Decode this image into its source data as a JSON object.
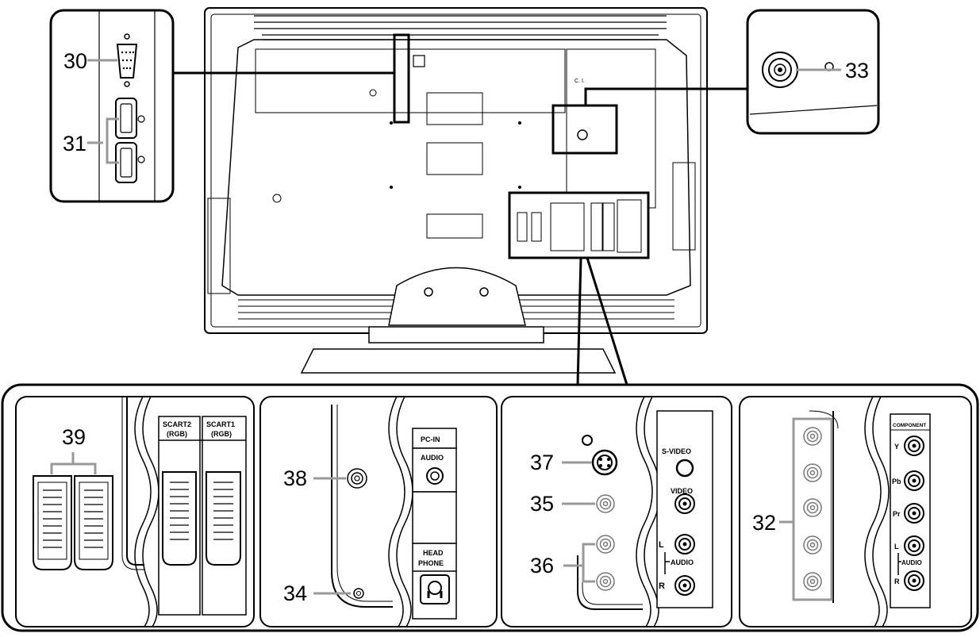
{
  "colors": {
    "line": "#000000",
    "frame_gray": "#9a9a9a",
    "label_bg": "#ffffff"
  },
  "callouts": {
    "n30": "30",
    "n31": "31",
    "n32": "32",
    "n33": "33",
    "n34": "34",
    "n35": "35",
    "n36": "36",
    "n37": "37",
    "n38": "38",
    "n39": "39"
  },
  "tv_back": {
    "ci_label": "C. I."
  },
  "labels": {
    "scart2": "SCART2",
    "scart2_sub": "(RGB)",
    "scart1": "SCART1",
    "scart1_sub": "(RGB)",
    "pc_in": "PC-IN",
    "audio": "AUDIO",
    "head": "HEAD",
    "phone": "PHONE",
    "s_video": "S-VIDEO",
    "video": "VIDEO",
    "l": "L",
    "r": "R",
    "audio_side": "AUDIO",
    "component": "COMPONENT",
    "y": "Y",
    "pb": "Pb",
    "pr": "Pr",
    "l2": "L",
    "r2": "R",
    "audio_side2": "AUDIO"
  }
}
